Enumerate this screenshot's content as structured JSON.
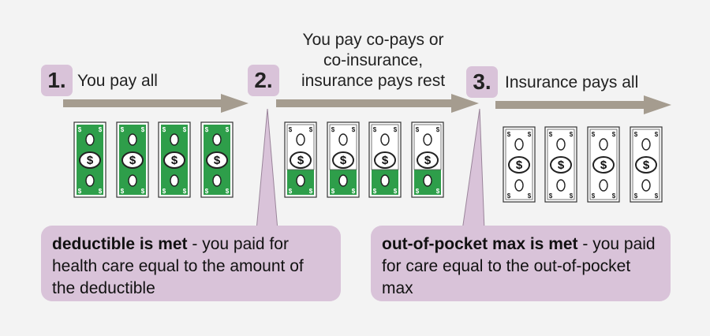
{
  "steps": [
    {
      "number": "1.",
      "label": "You pay all"
    },
    {
      "number": "2.",
      "label_lines": [
        "You pay co-pays or",
        "co-insurance,",
        "insurance pays rest"
      ]
    },
    {
      "number": "3.",
      "label": "Insurance pays all"
    }
  ],
  "bill_symbol": "$",
  "callouts": [
    {
      "bold": "deductible is met",
      "text": " - you paid for health care equal to the amount of the deductible"
    },
    {
      "bold": "out-of-pocket max is met",
      "text": " - you paid for care equal to the out-of-pocket max"
    }
  ],
  "colors": {
    "badge": "#d9c3d9",
    "arrow": "#a59c8f",
    "bill_green": "#2e9e4a",
    "background": "#f3f3f3"
  }
}
